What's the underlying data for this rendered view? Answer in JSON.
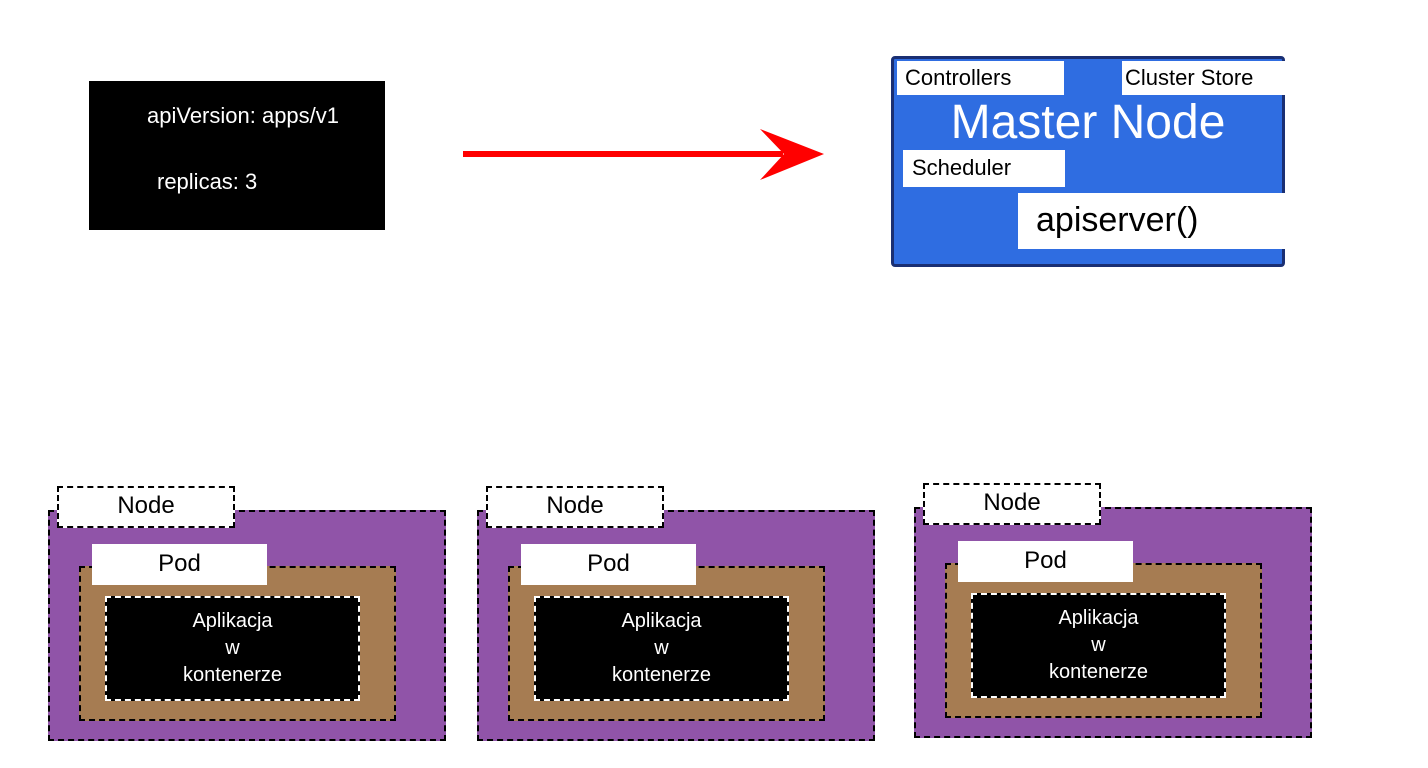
{
  "manifest": {
    "line1": "apiVersion: apps/v1",
    "line2": "replicas: 3"
  },
  "arrow": {
    "color": "#ff0000"
  },
  "master": {
    "title": "Master Node",
    "controllers": "Controllers",
    "cluster_store": "Cluster Store",
    "scheduler": "Scheduler",
    "apiserver": "apiserver()",
    "color": "#2f6de1"
  },
  "nodes": [
    {
      "label": "Node",
      "pod_label": "Pod",
      "app": {
        "line1": "Aplikacja",
        "line2": "w",
        "line3": "kontenerze"
      }
    },
    {
      "label": "Node",
      "pod_label": "Pod",
      "app": {
        "line1": "Aplikacja",
        "line2": "w",
        "line3": "kontenerze"
      }
    },
    {
      "label": "Node",
      "pod_label": "Pod",
      "app": {
        "line1": "Aplikacja",
        "line2": "w",
        "line3": "kontenerze"
      }
    }
  ],
  "colors": {
    "node": "#9054a8",
    "pod": "#a67c52",
    "container": "#000000"
  }
}
